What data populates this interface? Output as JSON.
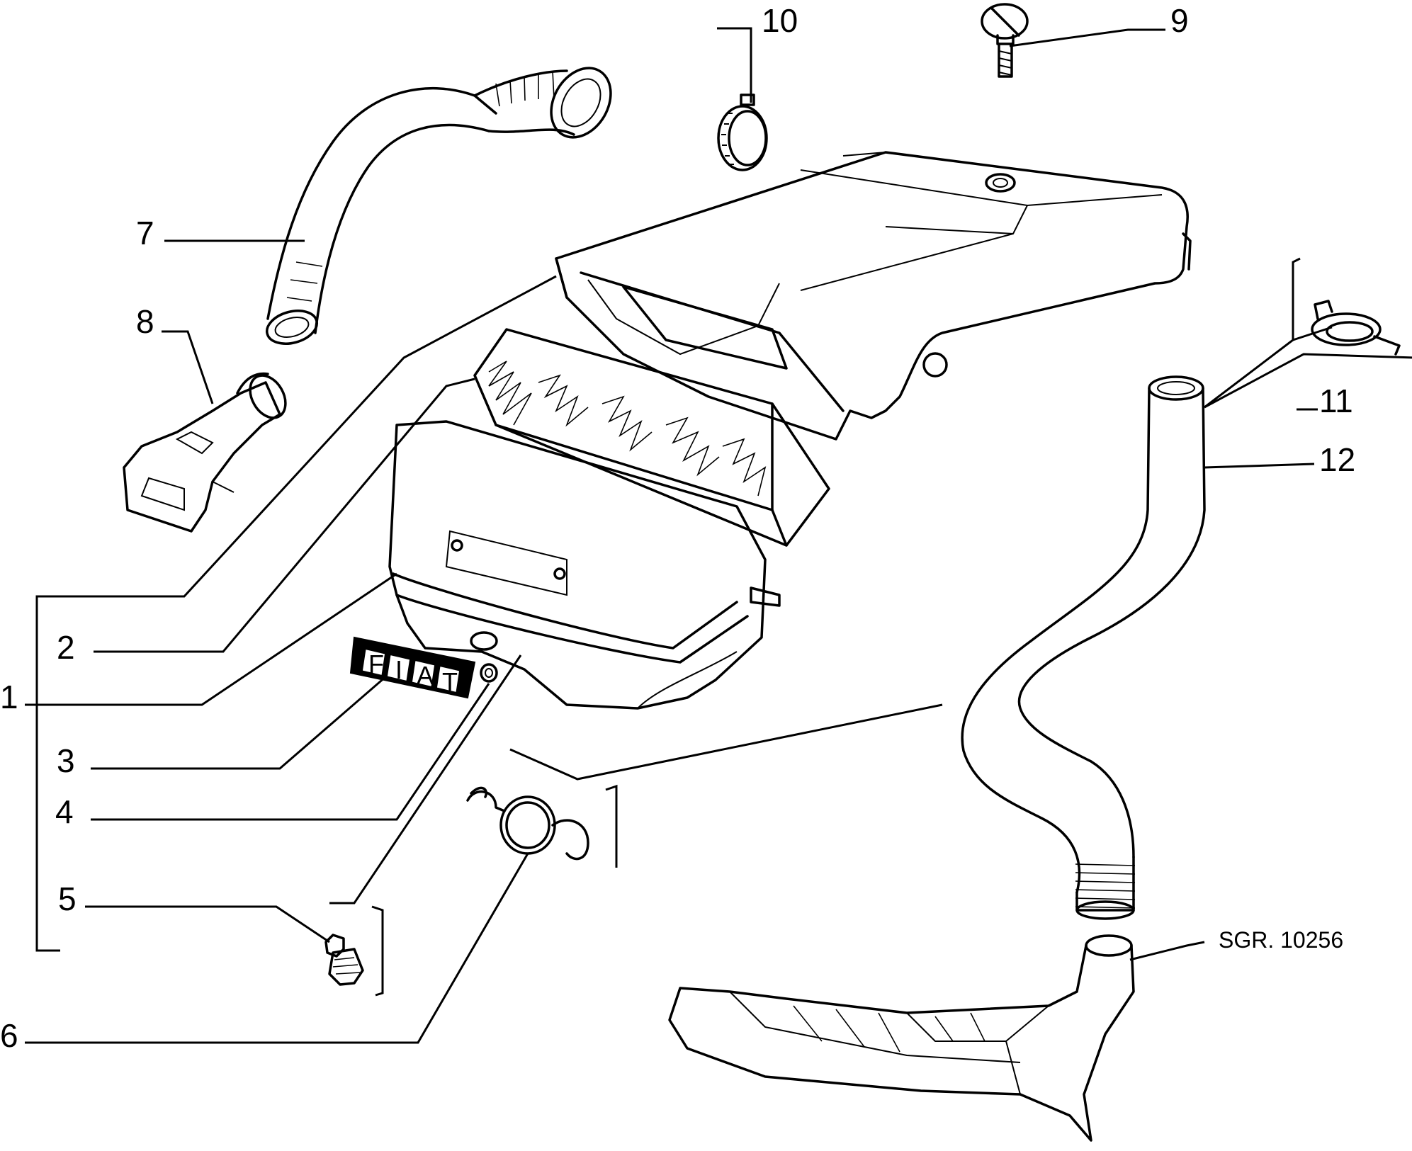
{
  "callouts": {
    "c1": "1",
    "c2": "2",
    "c3": "3",
    "c4": "4",
    "c5": "5",
    "c6": "6",
    "c7": "7",
    "c8": "8",
    "c9": "9",
    "c10": "10",
    "c11": "11",
    "c12": "12"
  },
  "reference": "SGR. 10256",
  "badge": {
    "letters": [
      "F",
      "I",
      "A",
      "T"
    ]
  }
}
